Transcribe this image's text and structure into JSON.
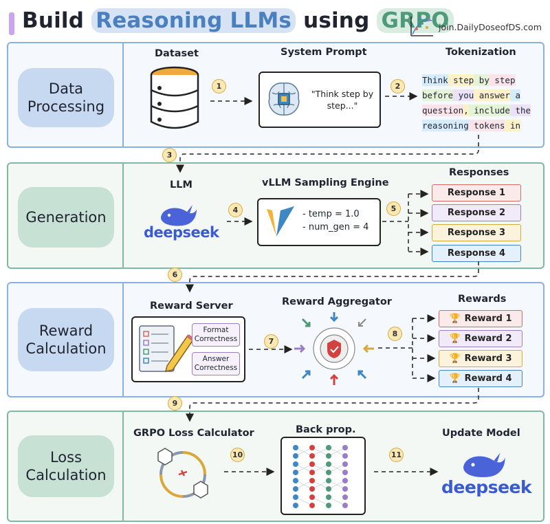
{
  "header": {
    "title_pre": "Build",
    "title_hl1": "Reasoning LLMs",
    "title_mid": "using",
    "title_hl2": "GRPO",
    "brand": "join.DailyDoseofDS.com"
  },
  "colors": {
    "accent": "#c9a4f0",
    "panel_blue": "#8bb0dc",
    "panel_green": "#7fb9a2",
    "step_badge": "#fbe8b3"
  },
  "stages": [
    {
      "title": "Data\nProcessing"
    },
    {
      "title": "Generation"
    },
    {
      "title": "Reward\nCalculation"
    },
    {
      "title": "Loss\nCalculation"
    }
  ],
  "data_processing": {
    "dataset_label": "Dataset",
    "system_prompt_label": "System Prompt",
    "system_prompt_text": "\"Think step by step...\"",
    "tokenization_label": "Tokenization",
    "tokens": [
      [
        {
          "t": "Think",
          "c": "#d6ecfa"
        },
        {
          "t": " step",
          "c": "#fdf1c7"
        },
        {
          "t": " by",
          "c": "#e5f4d6"
        },
        {
          "t": " step",
          "c": "#fbe3ea"
        }
      ],
      [
        {
          "t": "before",
          "c": "#e5f4d6"
        },
        {
          "t": " you",
          "c": "#ece2f7"
        },
        {
          "t": " answer",
          "c": "#fdf1c7"
        },
        {
          "t": " a",
          "c": "#d6ecfa"
        }
      ],
      [
        {
          "t": "question",
          "c": "#fbe3ea"
        },
        {
          "t": ",",
          "c": "#fdf1c7"
        },
        {
          "t": " include",
          "c": "#e5f4d6"
        },
        {
          "t": " the",
          "c": "#ece2f7"
        }
      ],
      [
        {
          "t": "reasoning",
          "c": "#d6ecfa"
        },
        {
          "t": " tokens",
          "c": "#fbe3ea"
        },
        {
          "t": " in",
          "c": "#fdf1c7"
        }
      ]
    ]
  },
  "generation": {
    "llm_label": "LLM",
    "engine_label": "vLLM Sampling Engine",
    "deepseek": "deepseek",
    "params": [
      "- temp = 1.0",
      "- num_gen = 4"
    ],
    "responses_label": "Responses",
    "responses": [
      {
        "label": "Response 1",
        "border": "#d46a6a",
        "bg": "#fbeaea"
      },
      {
        "label": "Response 2",
        "border": "#9a7cc7",
        "bg": "#f1ebf9"
      },
      {
        "label": "Response 3",
        "border": "#d8a93a",
        "bg": "#fcf3dc"
      },
      {
        "label": "Response 4",
        "border": "#3f86c4",
        "bg": "#e4f0fb"
      }
    ]
  },
  "reward": {
    "server_label": "Reward Server",
    "format": "Format\nCorrectness",
    "answer": "Answer\nCorrectness",
    "aggregator_label": "Reward Aggregator",
    "rewards_label": "Rewards",
    "rewards": [
      {
        "label": "Reward 1",
        "border": "#d46a6a",
        "bg": "#fbeaea"
      },
      {
        "label": "Reward 2",
        "border": "#9a7cc7",
        "bg": "#f1ebf9"
      },
      {
        "label": "Reward 3",
        "border": "#d8a93a",
        "bg": "#fcf3dc"
      },
      {
        "label": "Reward 4",
        "border": "#3f86c4",
        "bg": "#e4f0fb"
      }
    ]
  },
  "loss": {
    "calc_label": "GRPO Loss Calculator",
    "backprop_label": "Back prop.",
    "update_label": "Update Model",
    "deepseek": "deepseek"
  },
  "steps": [
    "1",
    "2",
    "3",
    "4",
    "5",
    "6",
    "7",
    "8",
    "9",
    "10",
    "11"
  ]
}
